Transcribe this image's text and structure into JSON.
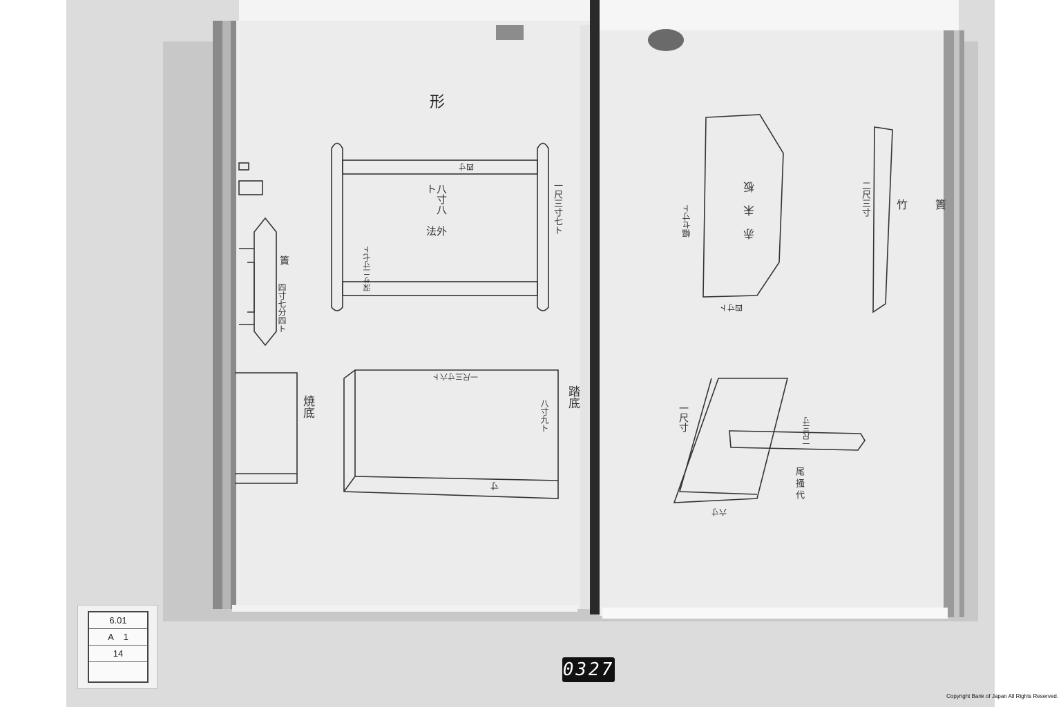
{
  "left_page": {
    "title": "形",
    "frame_top_label": "四寸",
    "frame_center_label_1": "外法",
    "frame_center_label_2": "八寸八ト",
    "frame_right_label": "一尺三寸七ト",
    "frame_lower_label": "深サ二寸七ト",
    "side_label_1": "簀",
    "side_label_2": "四寸七分四ト",
    "base_label": "踏底",
    "base_top_label": "一尺三寸六ト",
    "base_right_label": "八寸九ト",
    "base_bottom_label": "寸",
    "burn_label": "焼底"
  },
  "right_page": {
    "title": "竹",
    "title_2": "簀",
    "stick_label": "二尺三寸",
    "board_label_1": "板",
    "board_label_2": "未",
    "board_label_3": "赤",
    "board_side_label": "幅セ寸ト",
    "board_bottom_label": "四寸ト",
    "paddle_label": "一尺寸",
    "handle_label": "一尺三寸",
    "handle_name_1": "代",
    "handle_name_2": "掻",
    "handle_name_3": "尾",
    "paddle_bottom_label": "六寸"
  },
  "catalog_label": {
    "row1": "6.01",
    "row2": "A    1",
    "row3": "14",
    "row4": ""
  },
  "frame_number": "0327",
  "copyright": "Copyright Bank of Japan All Rights Reserved."
}
